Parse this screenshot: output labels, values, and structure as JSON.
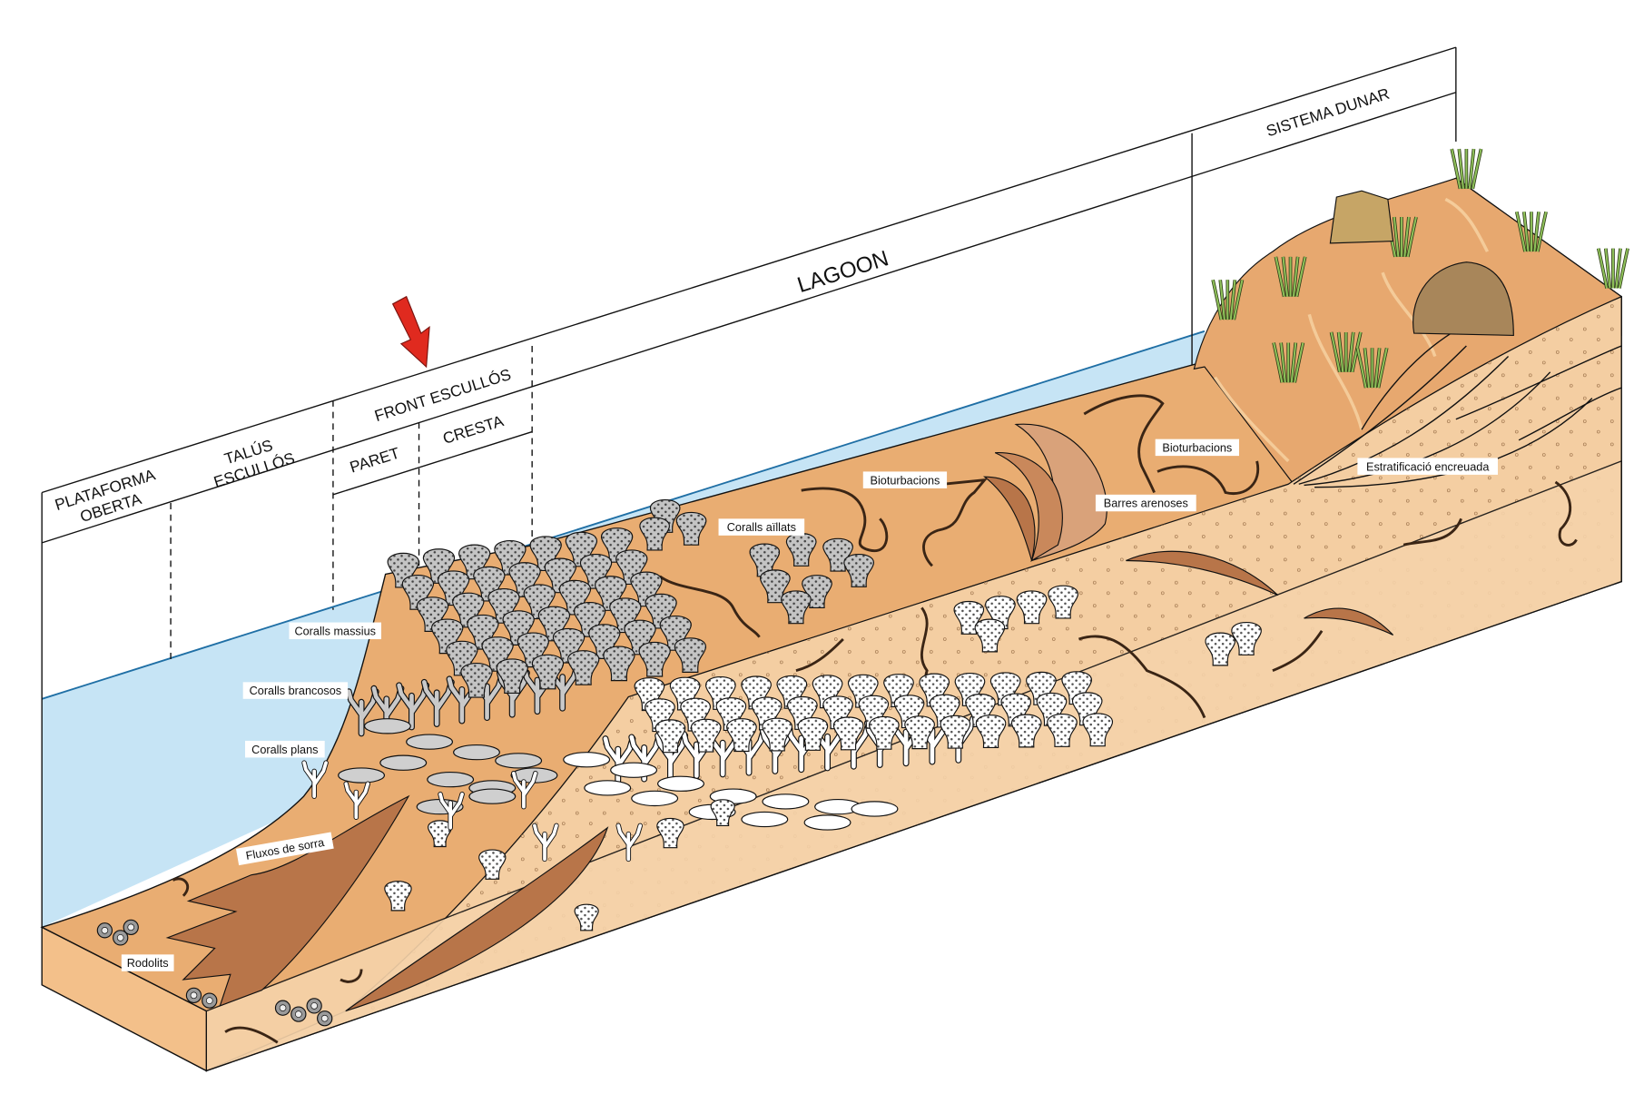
{
  "header": {
    "plataforma_line1": "PLATAFORMA",
    "plataforma_line2": "OBERTA",
    "talus_line1": "TALÚS",
    "talus_line2": "ESCULLÓS",
    "front": "FRONT ESCULLÓS",
    "paret": "PARET",
    "cresta": "CRESTA",
    "lagoon": "LAGOON",
    "sistema_dunar": "SISTEMA DUNAR"
  },
  "labels": {
    "coralls_massius": "Coralls massius",
    "coralls_brancosos": "Coralls brancosos",
    "coralls_plans": "Coralls plans",
    "fluxos_de_sorra": "Fluxos de sorra",
    "rodolits": "Rodolits",
    "coralls_aillats": "Coralls aïllats",
    "bioturbacions_1": "Bioturbacions",
    "bioturbacions_2": "Bioturbacions",
    "barres_arenoses": "Barres arenoses",
    "estratificacio": "Estratificació encreuada"
  },
  "colors": {
    "water": "#c6e4f5",
    "water_line": "#1f6fa5",
    "lagoon_floor": "#e9ad72",
    "sand_light": "#f4cea2",
    "sand_flow": "#b87549",
    "coral_gray": "#c4c4c4",
    "grass": "#8fc15a",
    "arrow": "#e02a1f"
  }
}
